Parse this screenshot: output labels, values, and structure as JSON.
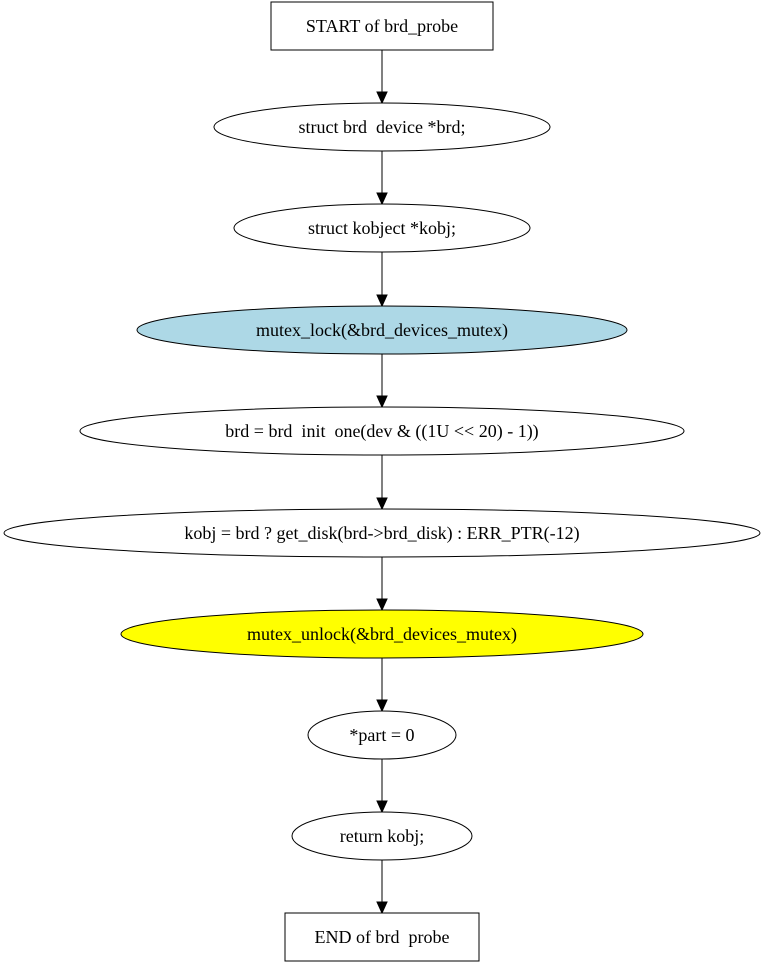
{
  "diagram": {
    "nodes": [
      {
        "id": "start",
        "label": "START of brd_probe",
        "shape": "box",
        "fill": "#ffffff"
      },
      {
        "id": "decl_brd",
        "label": "struct brd  device *brd;",
        "shape": "ellipse",
        "fill": "#ffffff"
      },
      {
        "id": "decl_kobj",
        "label": "struct kobject *kobj;",
        "shape": "ellipse",
        "fill": "#ffffff"
      },
      {
        "id": "lock",
        "label": "mutex_lock(&brd_devices_mutex)",
        "shape": "ellipse",
        "fill": "#add8e6"
      },
      {
        "id": "init_one",
        "label": "brd = brd  init  one(dev & ((1U << 20) - 1))",
        "shape": "ellipse",
        "fill": "#ffffff"
      },
      {
        "id": "get_disk",
        "label": "kobj = brd ? get_disk(brd->brd_disk) : ERR_PTR(-12)",
        "shape": "ellipse",
        "fill": "#ffffff"
      },
      {
        "id": "unlock",
        "label": "mutex_unlock(&brd_devices_mutex)",
        "shape": "ellipse",
        "fill": "#ffff00"
      },
      {
        "id": "part",
        "label": "*part = 0",
        "shape": "ellipse",
        "fill": "#ffffff"
      },
      {
        "id": "ret",
        "label": "return kobj;",
        "shape": "ellipse",
        "fill": "#ffffff"
      },
      {
        "id": "end",
        "label": "END of brd  probe",
        "shape": "box",
        "fill": "#ffffff"
      }
    ],
    "edges": [
      {
        "from": "start",
        "to": "decl_brd"
      },
      {
        "from": "decl_brd",
        "to": "decl_kobj"
      },
      {
        "from": "decl_kobj",
        "to": "lock"
      },
      {
        "from": "lock",
        "to": "init_one"
      },
      {
        "from": "init_one",
        "to": "get_disk"
      },
      {
        "from": "get_disk",
        "to": "unlock"
      },
      {
        "from": "unlock",
        "to": "part"
      },
      {
        "from": "part",
        "to": "ret"
      },
      {
        "from": "ret",
        "to": "end"
      }
    ]
  }
}
